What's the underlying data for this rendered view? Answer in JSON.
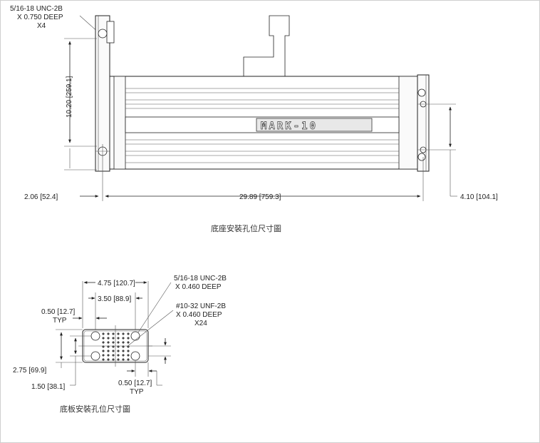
{
  "top_view": {
    "callout": {
      "line1": "5/16-18 UNC-2B",
      "line2": "X 0.750 DEEP",
      "line3": "X4"
    },
    "brand_label": "MARK-10",
    "dim_height": "10.20 [259.1]",
    "dim_left_offset": "2.06 [52.4]",
    "dim_length": "29.89 [759.3]",
    "dim_right_offset": "4.10 [104.1]",
    "caption": "底座安裝孔位尺寸圖"
  },
  "bottom_view": {
    "dim_width": "4.75 [120.7]",
    "dim_inner_width": "3.50 [88.9]",
    "dim_left_typ": "0.50 [12.7]",
    "typ_label": "TYP",
    "callout_a": {
      "line1": "5/16-18 UNC-2B",
      "line2": "X 0.460 DEEP"
    },
    "callout_b": {
      "line1": "#10-32 UNF-2B",
      "line2": "X 0.460 DEEP",
      "line3": "X24"
    },
    "dim_plate_height": "2.75 [69.9]",
    "dim_inner_height": "1.50 [38.1]",
    "dim_bottom_typ": "0.50 [12.7]",
    "typ_label_2": "TYP",
    "caption": "底板安裝孔位尺寸圖"
  }
}
